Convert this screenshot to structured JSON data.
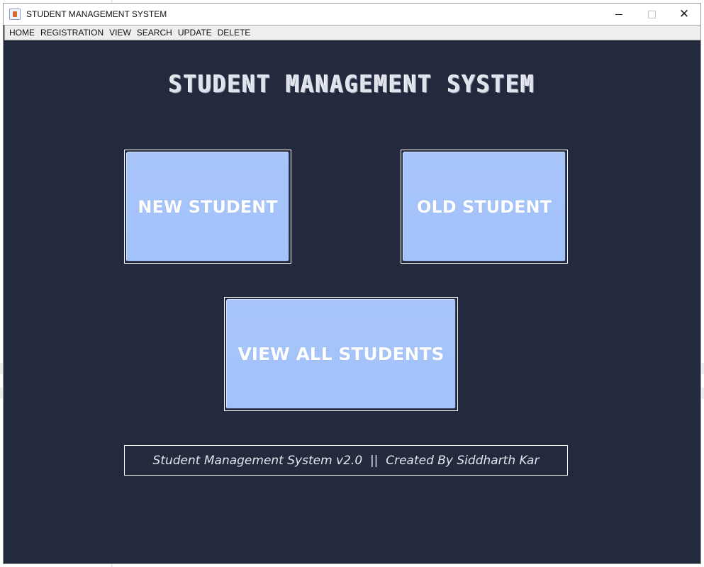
{
  "window": {
    "title": "STUDENT MANAGEMENT SYSTEM",
    "controls": {
      "minimize": "–",
      "maximize": "□",
      "close": "✕"
    }
  },
  "menu": {
    "items": [
      {
        "label": "HOME"
      },
      {
        "label": "REGISTRATION"
      },
      {
        "label": "VIEW"
      },
      {
        "label": "SEARCH"
      },
      {
        "label": "UPDATE"
      },
      {
        "label": "DELETE"
      }
    ]
  },
  "main": {
    "heading": "STUDENT MANAGEMENT SYSTEM",
    "buttons": {
      "new_student": "NEW STUDENT",
      "old_student": "OLD STUDENT",
      "view_all": "VIEW ALL STUDENTS"
    },
    "footer": "Student Management System v2.0  ||  Created By Siddharth Kar"
  },
  "colors": {
    "background": "#242a3d",
    "button_fill": "#a5c4fa",
    "button_text": "#ffffff",
    "border": "#ffffff"
  },
  "icons": {
    "app": "java-app-icon",
    "minimize": "minimize-icon",
    "maximize": "maximize-icon",
    "close": "close-icon"
  }
}
